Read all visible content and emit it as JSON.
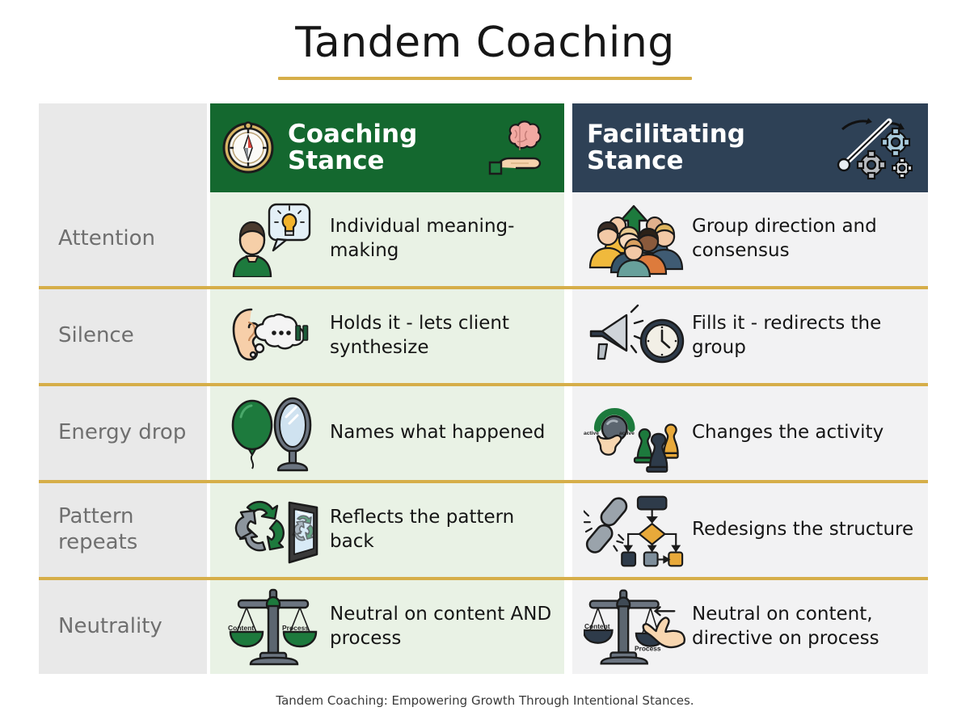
{
  "title": "Tandem Coaching",
  "footer": "Tandem Coaching: Empowering Growth Through Intentional Stances.",
  "columns": {
    "label_header": "",
    "coaching": {
      "line1": "Coaching",
      "line2": "Stance",
      "icon_left": "compass-icon",
      "icon_right": "brain-in-hand-icon",
      "color": "#14682f"
    },
    "facilitating": {
      "line1": "Facilitating",
      "line2": "Stance",
      "icon_right": "baton-gears-icon",
      "color": "#2e4156"
    }
  },
  "accent": {
    "gold": "#d6ae49",
    "label_bg": "#e9e9e9",
    "coach_bg": "#e9f2e5",
    "fac_bg": "#f2f2f3"
  },
  "rows": [
    {
      "label": "Attention",
      "coaching": {
        "text": "Individual meaning-making",
        "icon": "person-lightbulb-icon"
      },
      "facilitating": {
        "text": "Group direction and consensus",
        "icon": "group-arrow-up-icon"
      }
    },
    {
      "label": "Silence",
      "coaching": {
        "text": "Holds it - lets client synthesize",
        "icon": "ear-pause-bubble-icon"
      },
      "facilitating": {
        "text": "Fills it - redirects the group",
        "icon": "megaphone-clock-icon"
      }
    },
    {
      "label": "Energy drop",
      "coaching": {
        "text": "Names what happened",
        "icon": "balloon-mirror-icon"
      },
      "facilitating": {
        "text": "Changes the activity",
        "icon": "dial-gamepieces-icon",
        "dial_labels": [
          "active",
          "active"
        ]
      }
    },
    {
      "label": "Pattern repeats",
      "coaching": {
        "text": "Reflects the pattern back",
        "icon": "recycle-mirror-icon"
      },
      "facilitating": {
        "text": "Redesigns the structure",
        "icon": "brokenchain-flowchart-icon"
      }
    },
    {
      "label": "Neutrality",
      "coaching": {
        "text": "Neutral on content AND process",
        "icon": "balanced-scale-icon",
        "scale_labels": [
          "Content",
          "Process"
        ]
      },
      "facilitating": {
        "text": "Neutral on content, directive on process",
        "icon": "tilted-scale-hand-icon",
        "scale_labels": [
          "Content",
          "Process"
        ]
      }
    }
  ]
}
